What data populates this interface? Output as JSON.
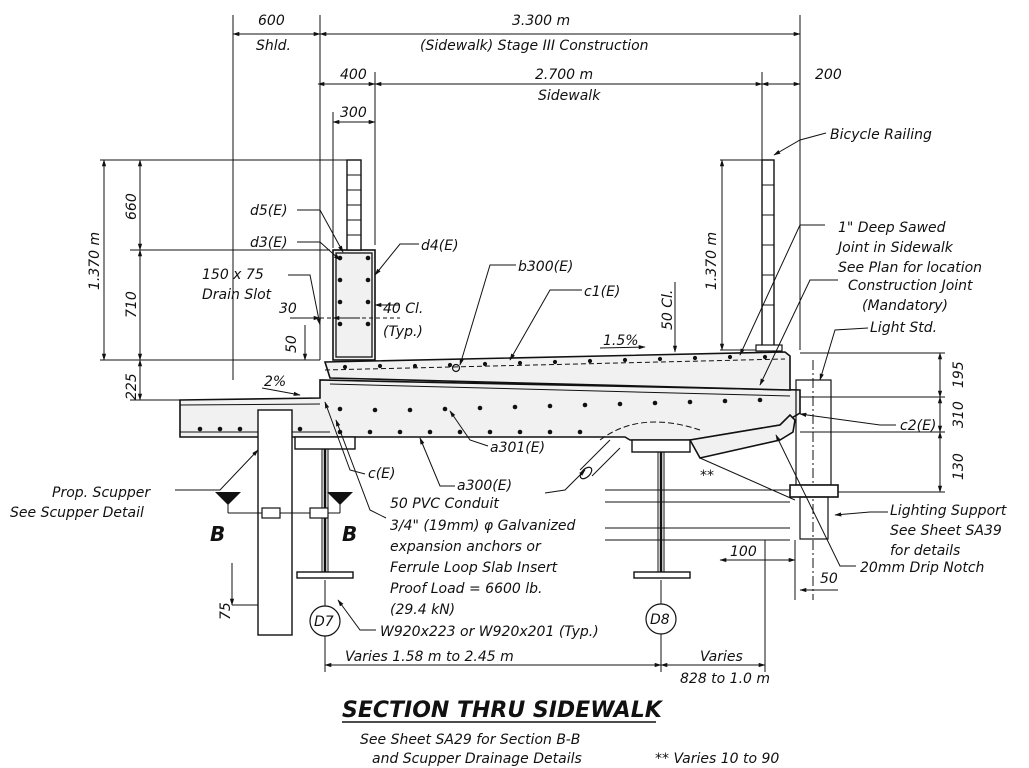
{
  "title": "SECTION THRU SIDEWALK",
  "subtitle_1": "See Sheet SA29 for Section B-B",
  "subtitle_2": "and Scupper Drainage Details",
  "footnote": "** Varies 10 to 90",
  "dims": {
    "shld_value": "600",
    "shld_label": "Shld.",
    "stage_value": "3.300 m",
    "stage_label": "(Sidewalk) Stage III Construction",
    "d400": "400",
    "sidewalk_value": "2.700 m",
    "sidewalk_label": "Sidewalk",
    "d200": "200",
    "d300": "300",
    "left_total": "1.370 m",
    "d660": "660",
    "d710": "710",
    "d225": "225",
    "d50_left": "50",
    "d30": "30",
    "d40": "40 Cl.",
    "typ": "(Typ.)",
    "cl50": "50 Cl.",
    "right_total": "1.370 m",
    "d195": "195",
    "d310": "310",
    "d130": "130",
    "d100": "100",
    "d50_right": "50",
    "d75": "75",
    "varies_left": "Varies 1.58 m to 2.45 m",
    "varies_right_1": "Varies",
    "varies_right_2": "828 to 1.0 m",
    "slope_left": "2%",
    "slope_right": "1.5%",
    "star": "**"
  },
  "labels": {
    "bicycle_railing": "Bicycle Railing",
    "sawed_1": "1\" Deep Sawed",
    "sawed_2": "Joint in Sidewalk",
    "sawed_3": "See Plan for location",
    "construction_joint": "Construction Joint",
    "mandatory": "(Mandatory)",
    "light_std": "Light Std.",
    "c2e": "c2(E)",
    "d5e": "d5(E)",
    "d3e": "d3(E)",
    "d4e": "d4(E)",
    "b300e": "b300(E)",
    "c1e": "c1(E)",
    "drain_1": "150 x 75",
    "drain_2": "Drain Slot",
    "a301e": "a301(E)",
    "a300e": "a300(E)",
    "ce": "c(E)",
    "conduit": "50 PVC Conduit",
    "scupper_1": "Prop. Scupper",
    "scupper_2": "See Scupper Detail",
    "anchor_1": "3/4\" (19mm) φ Galvanized",
    "anchor_2": "expansion anchors or",
    "anchor_3": "Ferrule Loop Slab Insert",
    "anchor_4": "Proof Load = 6600 lb.",
    "anchor_5": "(29.4 kN)",
    "lighting_1": "Lighting Support",
    "lighting_2": "See Sheet SA39",
    "lighting_3": "for details",
    "drip": "20mm Drip Notch",
    "beam": "W920x223 or W920x201 (Typ.)",
    "d7": "D7",
    "d8": "D8",
    "section_b_left": "B",
    "section_b_right": "B"
  }
}
